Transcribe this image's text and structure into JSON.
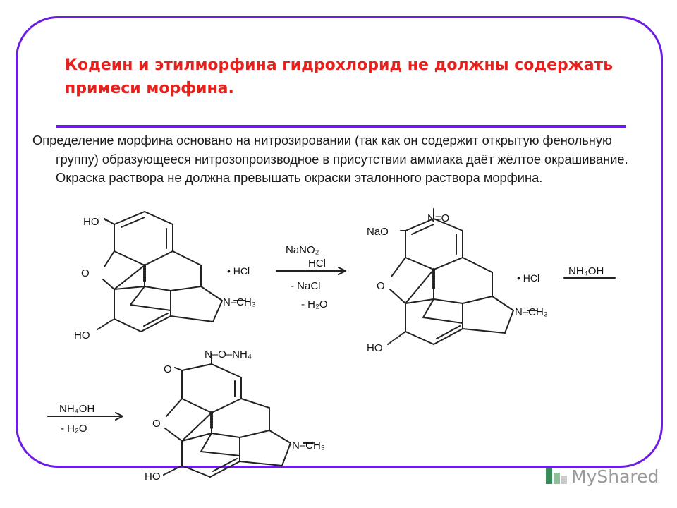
{
  "slide": {
    "title": "Кодеин и этилморфина гидрохлорид не должны содержать примеси морфина.",
    "body": "Определение морфина основано на нитрозировании (так как он содержит открытую фенольную группу) образующееся нитрозопроизводное в присутствии аммиака даёт жёлтое окрашивание. Окраска раствора не должна превышать окраски эталонного раствора морфина.",
    "accent_color": "#6d1ce2",
    "title_color": "#e8201c"
  },
  "scheme": {
    "morphine": {
      "ho_top": "HO",
      "ho_bottom": "HO",
      "n_methyl": "N–CH₃",
      "salt": "• HCl"
    },
    "reaction1": {
      "reagent_top": "NaNO₂",
      "reagent_mid": "HCl",
      "loss1": "- NaCl",
      "loss2": "- H₂O"
    },
    "nitroso": {
      "nitroso_group": "N=O",
      "ona": "NaO",
      "ho_bottom": "HO",
      "n_methyl": "N–CH₃",
      "salt": "• HCl",
      "reagent_next": "NH₄OH"
    },
    "reaction2": {
      "reagent": "NH₄OH",
      "loss": "- H₂O"
    },
    "product": {
      "oxime_group": "N–O–NH₄",
      "keto_o": "O",
      "ho_bottom": "HO",
      "n_methyl": "N–CH₃"
    }
  },
  "watermark": {
    "logo_icon": "mysharedjs-logo-icon",
    "text": "MyShared"
  }
}
